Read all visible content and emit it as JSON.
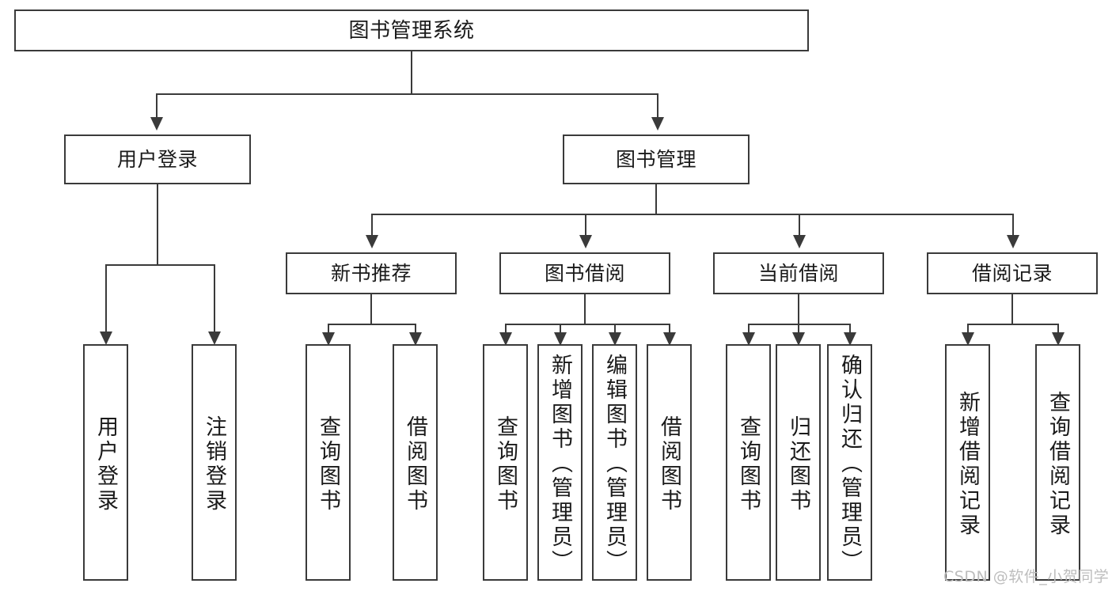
{
  "diagram": {
    "title": "图书管理系统",
    "type": "tree",
    "colors": {
      "stroke": "#3a3a3a",
      "fill": "#ffffff",
      "text": "#1a1a1a",
      "watermark": "#bdbdbd",
      "background": "#ffffff"
    },
    "root": {
      "label": "图书管理系统"
    },
    "level2": [
      {
        "label": "用户登录"
      },
      {
        "label": "图书管理"
      }
    ],
    "level3": [
      {
        "label": "新书推荐"
      },
      {
        "label": "图书借阅"
      },
      {
        "label": "当前借阅"
      },
      {
        "label": "借阅记录"
      }
    ],
    "leaves": {
      "user_login": [
        {
          "label": "用户登录"
        },
        {
          "label": "注销登录"
        }
      ],
      "new_book_recommend": [
        {
          "label": "查询图书"
        },
        {
          "label": "借阅图书"
        }
      ],
      "book_borrow": [
        {
          "label": "查询图书"
        },
        {
          "label": "新增图书（管理员）"
        },
        {
          "label": "编辑图书（管理员）"
        },
        {
          "label": "借阅图书"
        }
      ],
      "current_borrow": [
        {
          "label": "查询图书"
        },
        {
          "label": "归还图书"
        },
        {
          "label": "确认归还（管理员）"
        }
      ],
      "borrow_record": [
        {
          "label": "新增借阅记录"
        },
        {
          "label": "查询借阅记录"
        }
      ]
    }
  },
  "watermark": {
    "text": "CSDN @软件_小贺同学"
  }
}
